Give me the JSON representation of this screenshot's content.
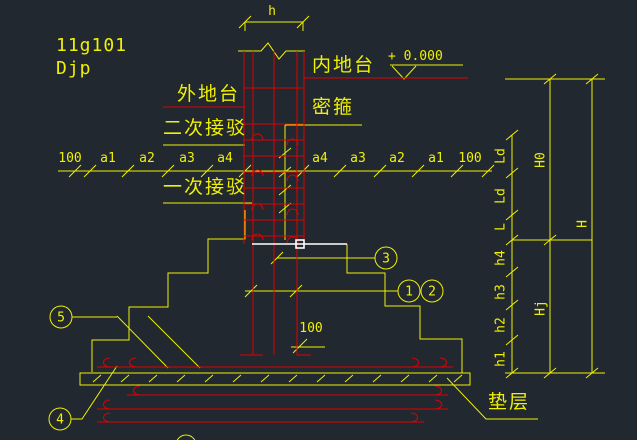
{
  "app": {
    "background": "#212830"
  },
  "colors": {
    "line_yellow": "#f0f000",
    "line_red": "#e00000",
    "selection_white": "#ffffff"
  },
  "title_block": {
    "code": "11g101",
    "type": "Djp"
  },
  "annotations": {
    "outer_ground": "外地台",
    "inner_ground": "内地台",
    "dense_stirrups": "密箍",
    "second_splice": "二次接驳",
    "first_splice": "一次接驳",
    "cushion_layer": "垫层",
    "elevation": "+ 0.000",
    "column_width": "h",
    "base_extension": "100"
  },
  "dimensions": {
    "left_row": [
      "100",
      "a1",
      "a2",
      "a3",
      "a4"
    ],
    "right_row": [
      "a4",
      "a3",
      "a2",
      "a1",
      "100"
    ],
    "splice_segments": [
      "Ld",
      "Ld",
      "L"
    ],
    "step_heights": [
      "h4",
      "h3",
      "h2",
      "h1"
    ],
    "overall": {
      "above_ground": "H0",
      "foundation": "Hj",
      "total": "H"
    }
  },
  "callouts": [
    "1",
    "2",
    "3",
    "4",
    "5"
  ]
}
